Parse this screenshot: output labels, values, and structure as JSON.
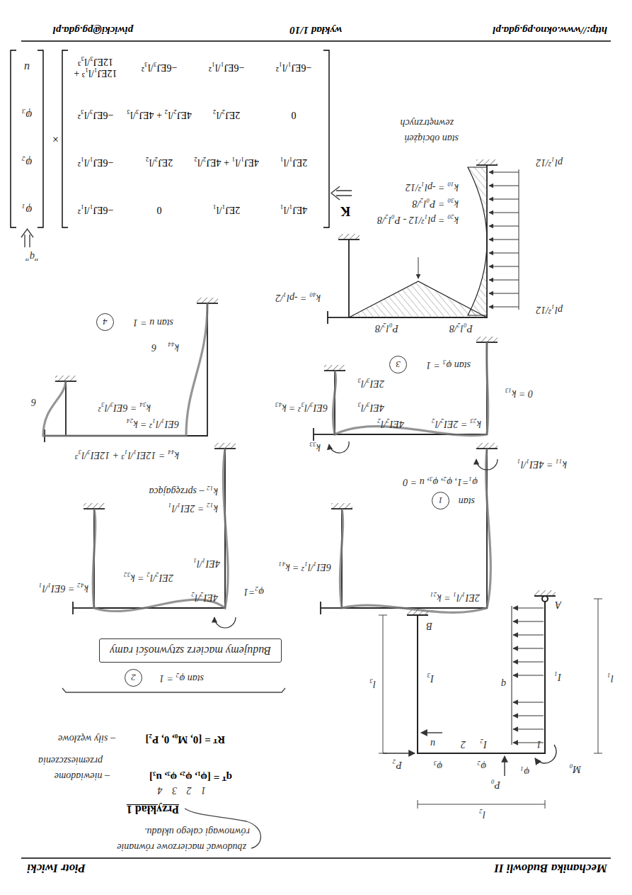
{
  "diagram": {
    "title": "Przykład 1",
    "nodes": [
      {
        "text": [
          "Budujemy macierz sztywności ramy"
        ]
      },
      {
        "text": [
          "1"
        ]
      },
      {
        "text": [
          "2"
        ]
      },
      {
        "text": [
          "3"
        ]
      },
      {
        "text": [
          "4"
        ]
      }
    ],
    "edges": [],
    "labels": [
      "Mechanika Budowli II",
      "Piotr Iwicki",
      "zbudować macierzowe równanie",
      "równowagi całego układu.",
      "1 2 3 4",
      "qᵀ = [φ₁, φ₂, φ₃, u₃]",
      "– niewiadome",
      "przemieszczenia",
      "Rᵀ = [0, M₀, 0, P₂]",
      "– siły węzłowe",
      "l₁",
      "I₁",
      "q",
      "M₀",
      "φ₁",
      "P₀",
      "φ₂",
      "l₂",
      "I₂",
      "1",
      "2",
      "φ₃",
      "P₂",
      "u",
      "I₃",
      "l₃",
      "B",
      "A",
      "stan φ₂ = 1",
      "2EI₁/l₁ = k₂₁",
      "k₁₁ = 4EI₁/l₁",
      "stan",
      "φ₁=1, φ₂, φ₃, u = 0",
      "6EI₁/l₁² = k₄₁",
      "φ₂=1",
      "4EI₂/l₂",
      "4EI₁/l₁",
      "2EI₂/l₂ = k₃₂",
      "k₄₂ = 6EI₁/l₁",
      "k₁₂ = 2EI₁/l₁",
      "k₁₂ – sprzęgająca",
      "k₂₃ = 2EI₂/l₂",
      "4EI₂/l₂",
      "4EI₃/l₃",
      "2EI₃/l₃",
      "6EI₃/l₃² = k₄₃",
      "k₃₃",
      "0 = k₁₃",
      "stan φ₃ = 1",
      "k₄₄ = 12EI₁/l₁³ + 12EI₃/l₃³",
      "6EI₁/l₁² = k₂₄",
      "k₃₄ = 6EI₃/l₃²",
      "6",
      "k₄₄",
      "6",
      "stan u = 1",
      "P₀l₂/8",
      "P₀l₂/8",
      "k₄₀ = -pl₁/2",
      "pl₁²/12",
      "pl₁²/12",
      "k₂₀ = pl₁²/12 - P₀l₂/8",
      "k₃₀ = P₀l₂/8",
      "k₁₀ = -pl₁²/12",
      "stan obciążeń",
      "zewnętrznych",
      "K",
      "4EJ₁/l₁",
      "2EJ₁/l₁",
      "0",
      "−6EJ₁/l₁²",
      "2EJ₁/l₁",
      "4EJ₁/l₁ + 4EJ₂/l₂",
      "2EJ₂/l₂",
      "−6EJ₁/l₁²",
      "0",
      "2EJ₂/l₂",
      "4EJ₂/l₂ + 4EJ₃/l₃",
      "−6EJ₃/l₃²",
      "−6EJ₁/l₁²",
      "−6EJ₁/l₁²",
      "−6EJ₃/l₃²",
      "12EJ₁/l₁³ + 12EJ₃/l₃³",
      "×",
      "φ₁",
      "φ₂",
      "φ₃",
      "u",
      "\"q\"",
      "http://www.okno.pg.gda.pl",
      "wykład 1/10",
      "piwicki@pg.gda.pl"
    ]
  }
}
